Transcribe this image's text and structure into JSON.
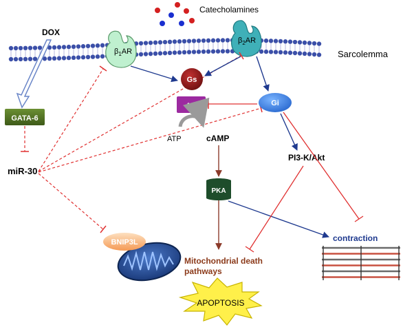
{
  "diagram": {
    "catecholamines_label": "Catecholamines",
    "sarcolemma_label": "Sarcolemma",
    "dox_label": "DOX",
    "gata6_label": "GATA-6",
    "mir30_label": "miR-30",
    "beta1_receptor": {
      "prefix": "β",
      "sub": "1",
      "suffix": "AR"
    },
    "beta2_receptor": {
      "prefix": "β",
      "sub": "2",
      "suffix": "AR"
    },
    "gs_label": "Gs",
    "gi_label": "Gi",
    "ac_label": "AC",
    "atp_label": "ATP",
    "camp_label": "cAMP",
    "pi3k_label": "PI3-K/Akt",
    "pka_label": "PKA",
    "bnip3l_label": "BNIP3L",
    "contraction_label": "contraction",
    "mito_death_line1": "Mitochondrial death",
    "mito_death_line2": "pathways",
    "apoptosis_label": "APOPTOSIS",
    "colors": {
      "activation_arrow": "#1f3a8f",
      "inhibition_line": "#e03030",
      "gs_node": "#8b1a1a",
      "gi_node": "#3b82e6",
      "ac_node": "#9c2aa0",
      "pka_node": "#1e4d2b",
      "gata6_node": "#4a6a22",
      "bnip3l_fill": "#f7b37a",
      "bnip3l_text": "#ffffff",
      "mito_death_text": "#8b3a1a",
      "contraction_text": "#1f3a8f",
      "apoptosis_fill": "#fff04a",
      "membrane_head": "#3b4fa8",
      "beta1_fill": "#bff0cf",
      "beta2_fill": "#3fb0b8"
    }
  }
}
